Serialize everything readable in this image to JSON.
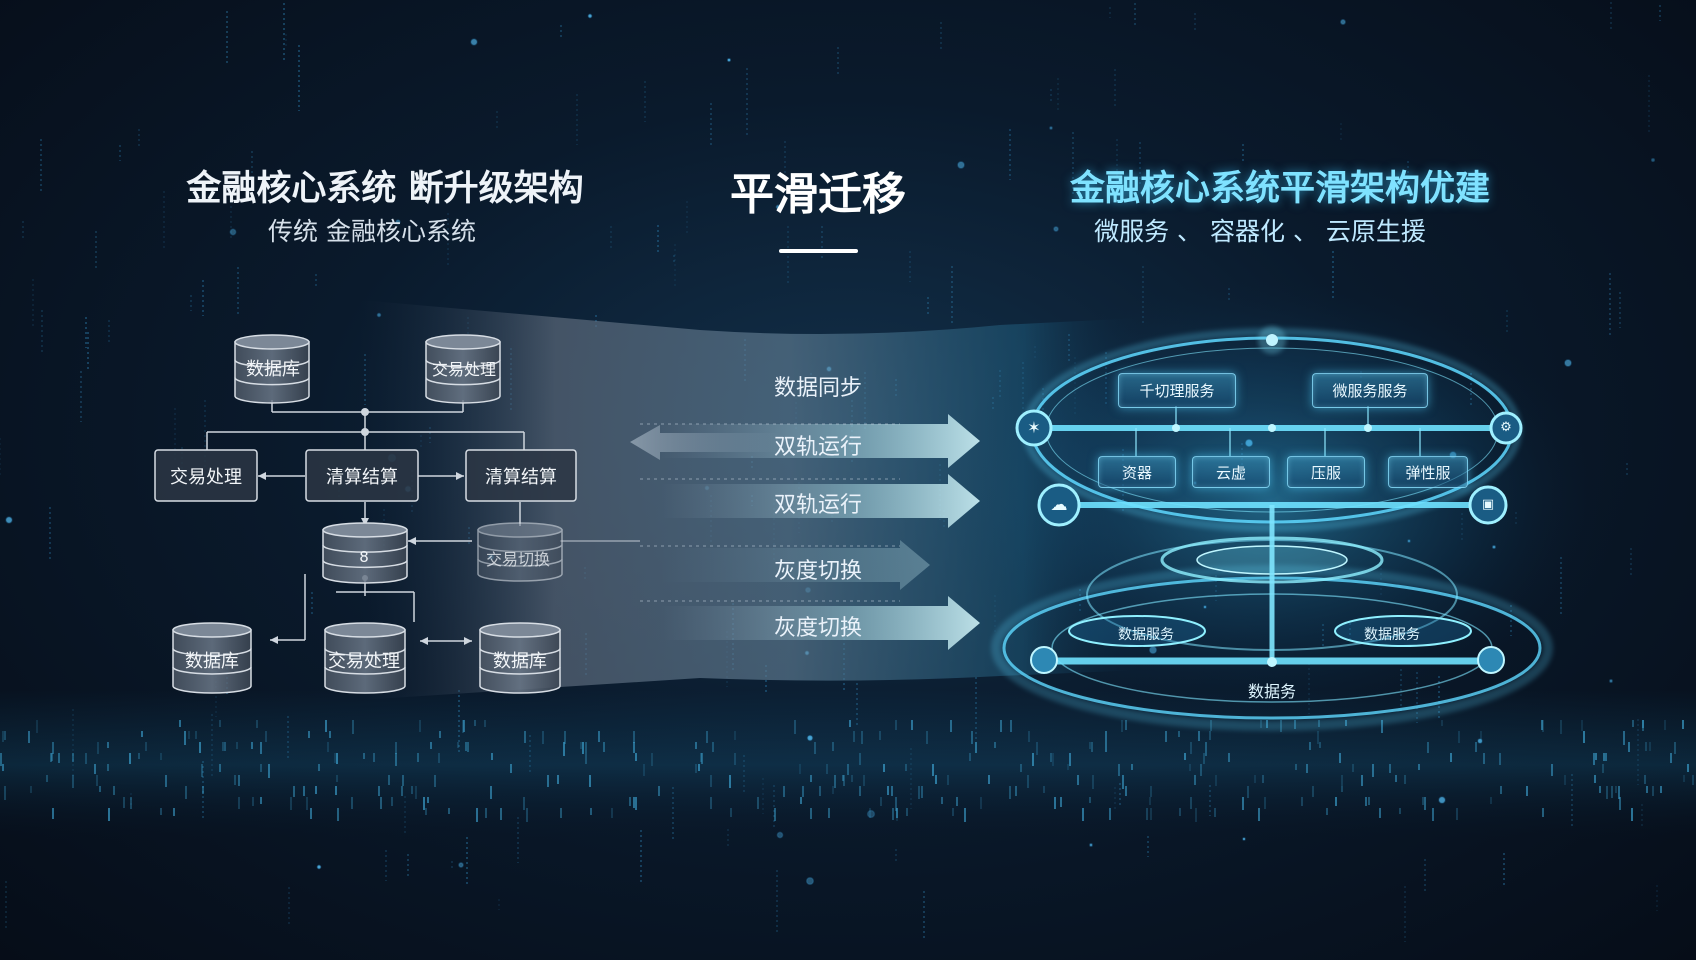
{
  "left": {
    "title": "金融核心系统 断升级架构",
    "subtitle": "传统 金融核心系统",
    "nodes": {
      "db_top": "数据库",
      "txn_top": "交易处理",
      "txn_mid": "交易处理",
      "settle_1": "清算结算",
      "settle_2": "清算结算",
      "cyl_mid": "8",
      "cyl_faded": "交易切换",
      "db_bottom_left": "数据库",
      "txn_bottom": "交易处理",
      "db_bottom_right": "数据库"
    }
  },
  "center": {
    "title": "平滑迁移",
    "steps": [
      "数据同步",
      "双轨运行",
      "双轨运行",
      "灰度切换",
      "灰度切换"
    ]
  },
  "right": {
    "title": "金融核心系统平滑架构优建",
    "subtitle": "微服务 、 容器化 、 云原生援",
    "top_services": [
      "千切理服务",
      "微服务服务"
    ],
    "mid_services": [
      "资器",
      "云虚",
      "压服",
      "弹性服"
    ],
    "lower_labels": [
      "数据服务",
      "数据服务"
    ],
    "base_label": "数据务"
  },
  "colors": {
    "accent_cyan": "#4fd4ff",
    "title_right": "#7fe2ff",
    "background": "#07111f"
  }
}
